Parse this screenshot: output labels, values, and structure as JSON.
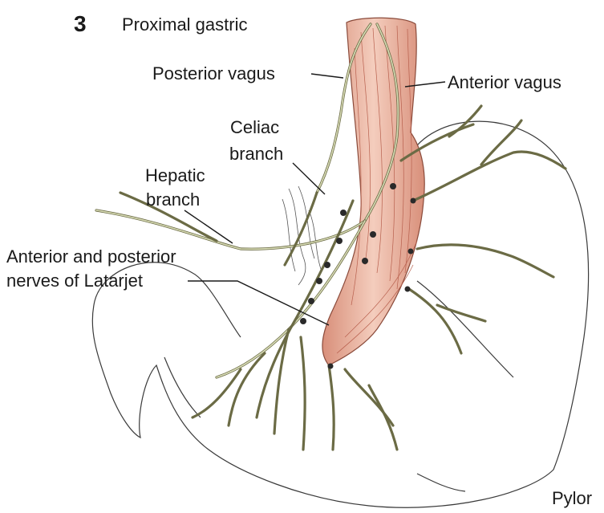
{
  "figure": {
    "number": "3",
    "title": "Proximal gastric",
    "labels": {
      "posterior_vagus": "Posterior vagus",
      "anterior_vagus": "Anterior vagus",
      "celiac_line1": "Celiac",
      "celiac_line2": "branch",
      "hepatic_line1": "Hepatic",
      "hepatic_line2": "branch",
      "latarjet_line1": "Anterior and posterior",
      "latarjet_line2": "nerves of Latarjet",
      "pylorus": "Pylor"
    },
    "colors": {
      "muscle": "#e8b5a2",
      "muscle_fiber": "#b8604e",
      "nerve": "#6b6b45",
      "nerve_highlight": "#d8dcb6",
      "outline": "#3a3a3a"
    }
  }
}
